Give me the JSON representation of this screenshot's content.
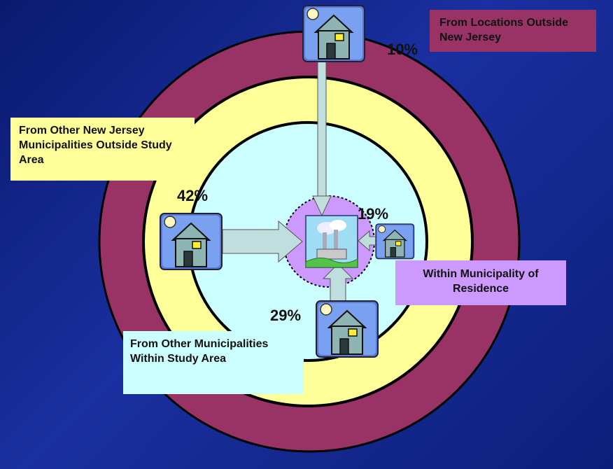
{
  "colors": {
    "outer_ring": "#993366",
    "middle_ring": "#ffff99",
    "inner_circle": "#ccffff",
    "center_circle": "#cc99ff",
    "arrow_fill": "#c0dede",
    "label_outer": "#993366",
    "label_middle": "#ffff99",
    "label_inner": "#ccffff",
    "label_center": "#cc99ff"
  },
  "labels": {
    "outside_nj": "From Locations Outside New Jersey",
    "other_nj": "From Other New Jersey Municipalities Outside Study Area",
    "within_study": "From Other Municipalities Within Study Area",
    "within_residence": "Within Municipality of Residence"
  },
  "percentages": {
    "outside_nj": "10%",
    "other_nj": "42%",
    "within_study": "29%",
    "within_residence": "19%"
  },
  "icons": {
    "house": "house-icon",
    "factory": "factory-icon"
  }
}
